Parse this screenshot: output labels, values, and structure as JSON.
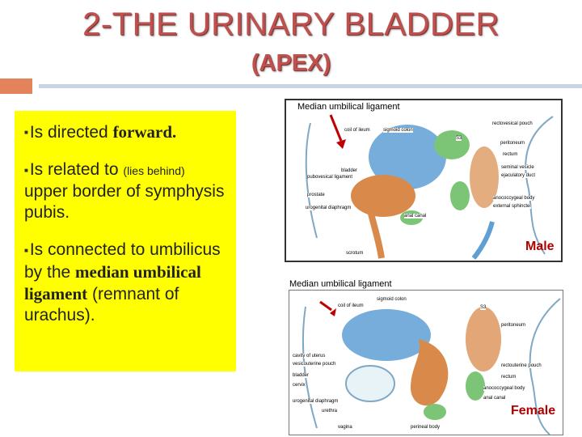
{
  "title": "2-THE URINARY BLADDER",
  "subtitle": "(APEX)",
  "bullets": {
    "b1_pre": "Is directed ",
    "b1_em": "forward.",
    "b2_pre": "Is related to ",
    "b2_small": "(lies behind)",
    "b2_post": " upper border of symphysis pubis.",
    "b3_pre": "Is connected to umbilicus by the ",
    "b3_em": "median umbilical ligament",
    "b3_post": " (remnant of urachus)."
  },
  "figure_male": {
    "header": "Median umbilical ligament",
    "sex_label": "Male",
    "labels": {
      "l1": "coil of ileum",
      "l2": "sigmoid colon",
      "l3": "rectovesical pouch",
      "l4": "S3",
      "l5": "peritoneum",
      "l6": "rectum",
      "l7": "bladder",
      "l8": "pubovesical ligament",
      "l9": "prostate",
      "l10": "urogenital diaphragm",
      "l11": "seminal vesicle",
      "l12": "ejaculatory duct",
      "l13": "anococcygeal body",
      "l14": "external sphincter",
      "l15": "anal canal",
      "l16": "scrotum"
    }
  },
  "figure_female": {
    "header": "Median umbilical ligament",
    "sex_label": "Female",
    "labels": {
      "l1": "coil of ileum",
      "l2": "sigmoid colon",
      "l3": "S3",
      "l4": "peritoneum",
      "l5": "cavity of uterus",
      "l6": "vesicouterine pouch",
      "l7": "bladder",
      "l8": "cervix",
      "l9": "rectouterine pouch",
      "l10": "rectum",
      "l11": "urogenital diaphragm",
      "l12": "anococcygeal body",
      "l13": "anal canal",
      "l14": "urethra",
      "l15": "vagina",
      "l16": "perineal body"
    }
  },
  "colors": {
    "title": "#c0504d",
    "accent_bar": "#e3835c",
    "rule": "#c8d3e3",
    "box": "#ffff00",
    "sex_label": "#b00000",
    "arrow": "#c00000",
    "bladder": "#d98a4a",
    "ileum": "#5f9fd3",
    "green": "#7cc576",
    "outline": "#7fa8c4"
  }
}
